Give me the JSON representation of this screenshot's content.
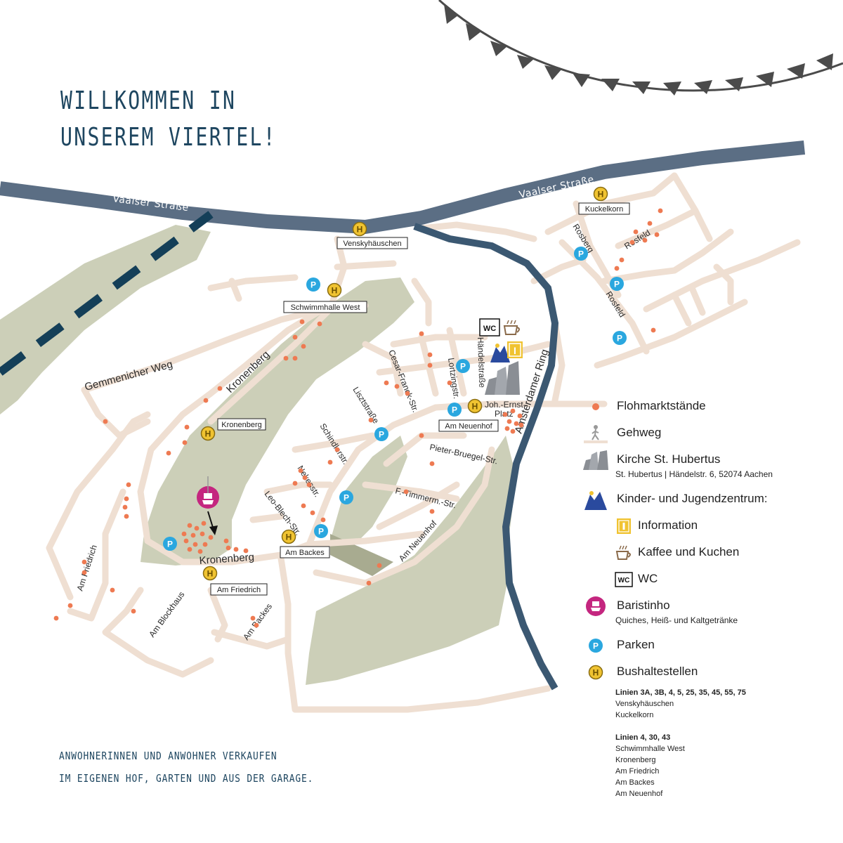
{
  "title": {
    "line1": "WILLKOMMEN IN",
    "line2": "UNSEREM VIERTEL!"
  },
  "footer": {
    "line1": "ANWOHNERINNEN UND ANWOHNER VERKAUFEN",
    "line2": "IM EIGENEN HOF, GARTEN UND AUS DER GARAGE."
  },
  "colors": {
    "main_road": "#5b6e84",
    "amsterdamer": "#3b5872",
    "street": "#efdfd2",
    "park": "#cccfb8",
    "dot": "#ee7a52",
    "parking": "#2aa7df",
    "bus": "#f0c331",
    "baristinho": "#c4267f",
    "dashes": "#143f58",
    "bunting": "#4b4b4b"
  },
  "roads": {
    "vaalser_left": "Vaalser Straße",
    "vaalser_right": "Vaalser Straße",
    "amsterdamer": "Amsterdamer Ring"
  },
  "streets": {
    "gemmenicher": "Gemmenicher Weg",
    "kronenberg_top": "Kronenberg",
    "kronenberg_bottom": "Kronenberg",
    "rosberg": "Rosberg",
    "rosfeld_top": "Rosfeld",
    "rosfeld_mid": "Rosfeld",
    "cesar_franck": "Cesar-Franck-Str.",
    "lisztstrasse": "Lisztstraße",
    "schindlerstr": "Schindlerstr.",
    "nekesstr": "Nekesstr.",
    "leo_blech": "Leo-Blech-Str.",
    "lortzingstr": "Lortzingstr.",
    "haendelstrasse": "Händelstraße",
    "pieter_bruegel": "Pieter-Bruegel-Str.",
    "f_timmerm": "F.-Timmerm.-Str.",
    "am_neuenhof": "Am Neuenhof",
    "am_friedrich": "Am Friedrich",
    "am_blockhaus": "Am Blockhaus",
    "am_backes": "Am Backes",
    "joh_ernst_line1": "Joh.-Ernst-",
    "joh_ernst_line2": "Platz"
  },
  "bus_stops": {
    "venskyhaeuschen": "Venskyhäuschen",
    "kuckelkorn": "Kuckelkorn",
    "schwimmhalle": "Schwimmhalle West",
    "kronenberg": "Kronenberg",
    "am_friedrich": "Am Friedrich",
    "am_backes": "Am Backes",
    "am_neuenhof": "Am Neuenhof"
  },
  "symbols": {
    "parking": "P",
    "bus": "H",
    "info": "I",
    "wc": "WC"
  },
  "icons": {
    "flea": "dot-icon",
    "walk": "pedestrian-icon",
    "church": "church-icon",
    "youth": "youth-center-icon",
    "info": "info-icon",
    "coffee": "coffee-cup-icon",
    "wc": "wc-icon",
    "baristinho": "barista-icon",
    "parking": "parking-icon",
    "bus": "bus-stop-icon"
  },
  "legend": {
    "flohmarkt": "Flohmarktstände",
    "gehweg": "Gehweg",
    "kirche": "Kirche St. Hubertus",
    "kirche_address": "St. Hubertus | Händelstr. 6, 52074 Aachen",
    "jugendzentrum": "Kinder- und Jugendzentrum:",
    "information": "Information",
    "kaffee": "Kaffee und Kuchen",
    "wc": "WC",
    "baristinho": "Baristinho",
    "baristinho_note": "Quiches, Heiß- und Kaltgetränke",
    "parken": "Parken",
    "bushaltestellen": "Bushaltestellen",
    "lines_group1_title": "Linien 3A, 3B, 4, 5, 25, 35, 45, 55, 75",
    "lines_group1_stops": [
      "Venskyhäuschen",
      "Kuckelkorn"
    ],
    "lines_group2_title": "Linien 4, 30, 43",
    "lines_group2_stops": [
      "Schwimmhalle West",
      "Kronenberg",
      "Am Friedrich",
      "Am Backes",
      "Am Neuenhof"
    ]
  }
}
